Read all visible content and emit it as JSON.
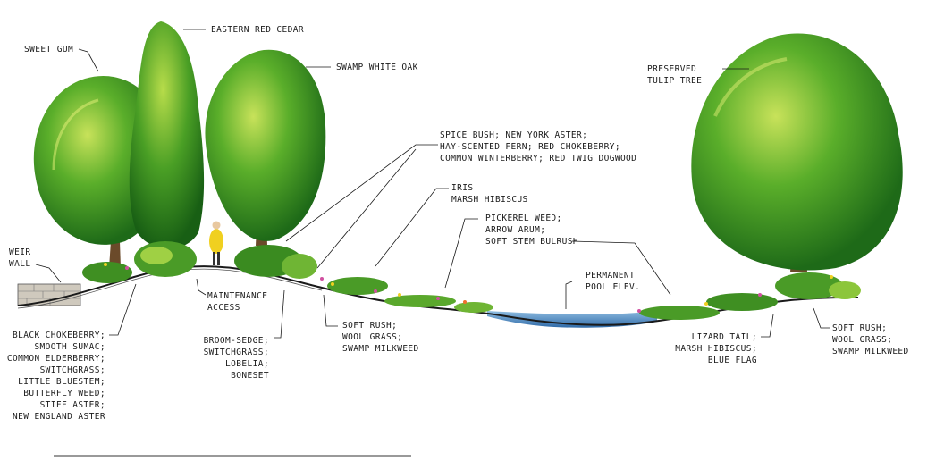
{
  "labels": {
    "sweet_gum": [
      "SWEET GUM"
    ],
    "eastern_red_cedar": [
      "EASTERN RED CEDAR"
    ],
    "swamp_white_oak": [
      "SWAMP WHITE OAK"
    ],
    "preserved_tulip_tree": [
      "PRESERVED",
      "TULIP TREE"
    ],
    "shrubs": [
      "SPICE BUSH; NEW YORK ASTER;",
      "HAY-SCENTED FERN; RED CHOKEBERRY;",
      "COMMON WINTERBERRY; RED TWIG DOGWOOD"
    ],
    "iris": [
      "IRIS",
      "MARSH HIBISCUS"
    ],
    "pickerel": [
      "PICKEREL WEED;",
      "ARROW ARUM;",
      "SOFT STEM BULRUSH"
    ],
    "weir_wall": [
      "WEIR",
      "WALL"
    ],
    "permanent_pool": [
      "PERMANENT",
      "POOL ELEV."
    ],
    "maintenance": [
      "MAINTENANCE",
      "ACCESS"
    ],
    "black_chokeberry": [
      "BLACK CHOKEBERRY;",
      "SMOOTH SUMAC;",
      "COMMON ELDERBERRY;",
      "SWITCHGRASS;",
      "LITTLE BLUESTEM;",
      "BUTTERFLY WEED;",
      "STIFF ASTER;",
      "NEW ENGLAND ASTER"
    ],
    "broom_sedge": [
      "BROOM-SEDGE;",
      "SWITCHGRASS;",
      "LOBELIA;",
      "BONESET"
    ],
    "soft_rush_left": [
      "SOFT RUSH;",
      "WOOL GRASS;",
      "SWAMP MILKWEED"
    ],
    "lizard_tail": [
      "LIZARD TAIL;",
      "MARSH HIBISCUS;",
      "BLUE FLAG"
    ],
    "soft_rush_right": [
      "SOFT RUSH;",
      "WOOL GRASS;",
      "SWAMP MILKWEED"
    ]
  },
  "colors": {
    "foliage_dark": "#1f6b1a",
    "foliage_mid": "#3f9a22",
    "foliage_light": "#9ccd3a",
    "trunk": "#6b4a2a",
    "water": "#4a86c0",
    "ground_line": "#1a1a1a",
    "accent_yellow": "#f0d020"
  }
}
